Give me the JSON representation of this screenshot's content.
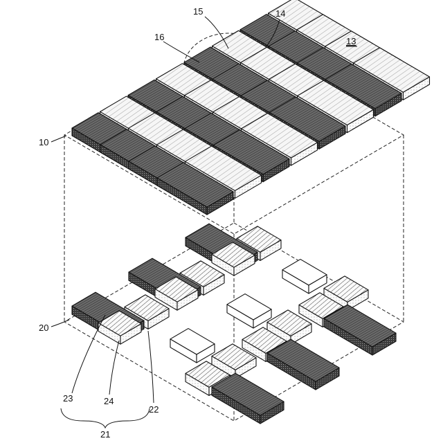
{
  "labels": {
    "figure_ref": "13",
    "l10": "10",
    "l14": "14",
    "l15": "15",
    "l16": "16",
    "l20": "20",
    "l21": "21",
    "l22": "22",
    "l23": "23",
    "l24": "24"
  },
  "colors": {
    "line": "#111111",
    "tile_light": "#f4f4f4",
    "tile_dark": "#595959",
    "background": "#ffffff"
  },
  "icons": {
    "hatch_light": "diagonal-hatch-pattern",
    "hatch_dark": "dense-hatch-pattern"
  }
}
